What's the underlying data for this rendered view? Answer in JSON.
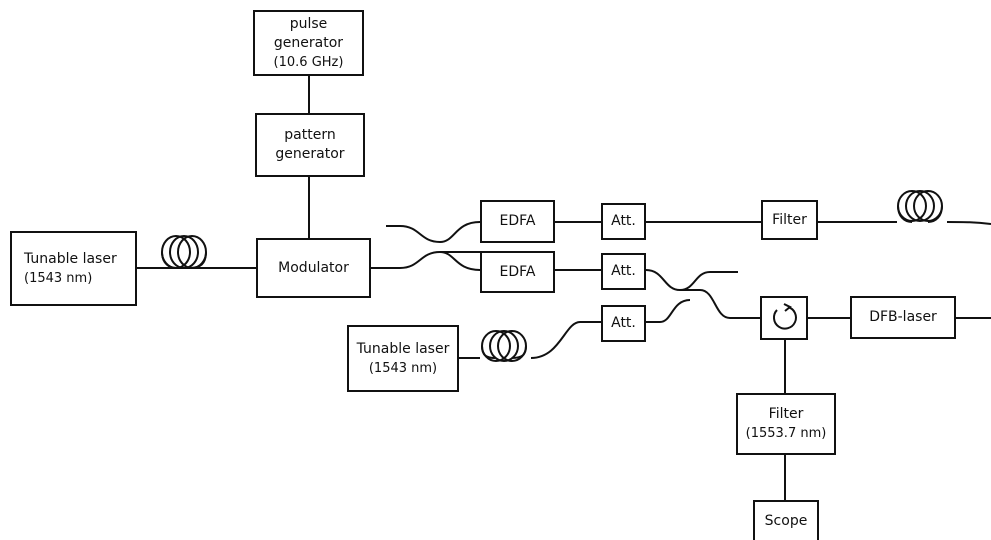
{
  "pulse_generator": {
    "lines": [
      "pulse",
      "generator",
      "(10.6 GHz)"
    ]
  },
  "pattern_generator": {
    "lines": [
      "pattern",
      "generator"
    ]
  },
  "tunable_laser_1": {
    "lines": [
      "Tunable laser",
      "(1543 nm)"
    ]
  },
  "tunable_laser_2": {
    "lines": [
      "Tunable laser",
      "(1543 nm)"
    ]
  },
  "modulator": {
    "label": "Modulator"
  },
  "edfa_1": {
    "label": "EDFA"
  },
  "edfa_2": {
    "label": "EDFA"
  },
  "att_1": {
    "label": "Att."
  },
  "att_2": {
    "label": "Att."
  },
  "att_3": {
    "label": "Att."
  },
  "filter_top": {
    "label": "Filter"
  },
  "dfb_laser": {
    "label": "DFB-laser"
  },
  "filter_bottom": {
    "lines": [
      "Filter",
      "(1553.7 nm)"
    ]
  },
  "scope": {
    "label": "Scope"
  },
  "colors": {
    "stroke": "#111111",
    "background": "#ffffff"
  },
  "icons": [
    "fiber-coil-icon",
    "circulator-icon"
  ]
}
